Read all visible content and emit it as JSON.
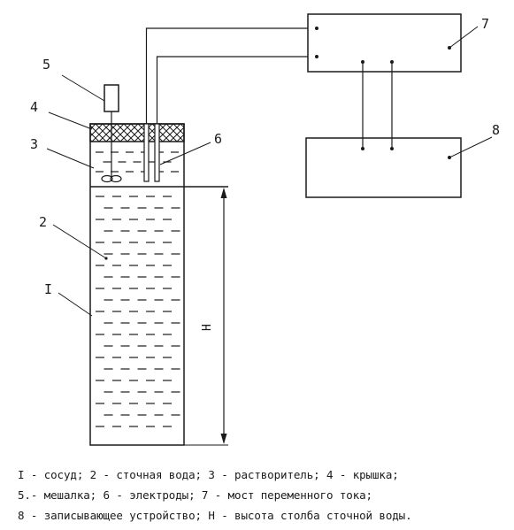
{
  "diagram": {
    "callouts": {
      "vessel": "I",
      "wastewater": "2",
      "solvent": "3",
      "lid": "4",
      "stirrer": "5",
      "electrodes": "6",
      "ac_bridge": "7",
      "recorder": "8",
      "height": "Н"
    },
    "colors": {
      "ink": "#1a1a1a",
      "background": "#ffffff"
    }
  },
  "legend": {
    "line1": "I - сосуд; 2 - сточная вода; 3 - растворитель; 4 - крышка;",
    "line2": "5.- мешалка; 6 - электроды; 7 - мост переменного тока;",
    "line3": "8 - записывающее устройство; Н - высота столба сточной воды."
  }
}
